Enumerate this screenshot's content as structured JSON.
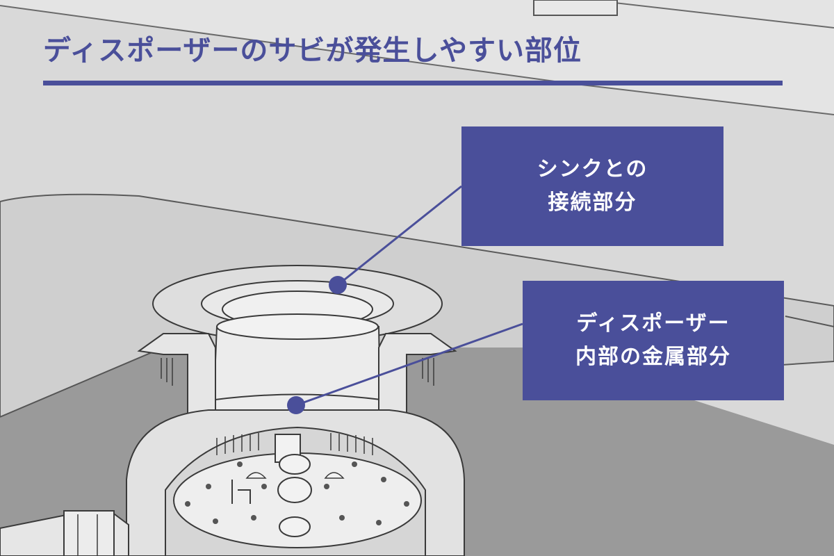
{
  "title": "ディスポーザーのサビが発生しやすい部位",
  "callouts": {
    "sink_connection": {
      "line1": "シンクとの",
      "line2": "接続部分"
    },
    "disposer_inner": {
      "line1": "ディスポーザー",
      "line2": "内部の金属部分"
    }
  },
  "colors": {
    "accent": "#4a4f9a",
    "background": "#d9d9d9",
    "counter": "#e6e6e6",
    "floor": "#9a9a9a",
    "part": "#ededed",
    "outline": "#3a3a3a"
  }
}
